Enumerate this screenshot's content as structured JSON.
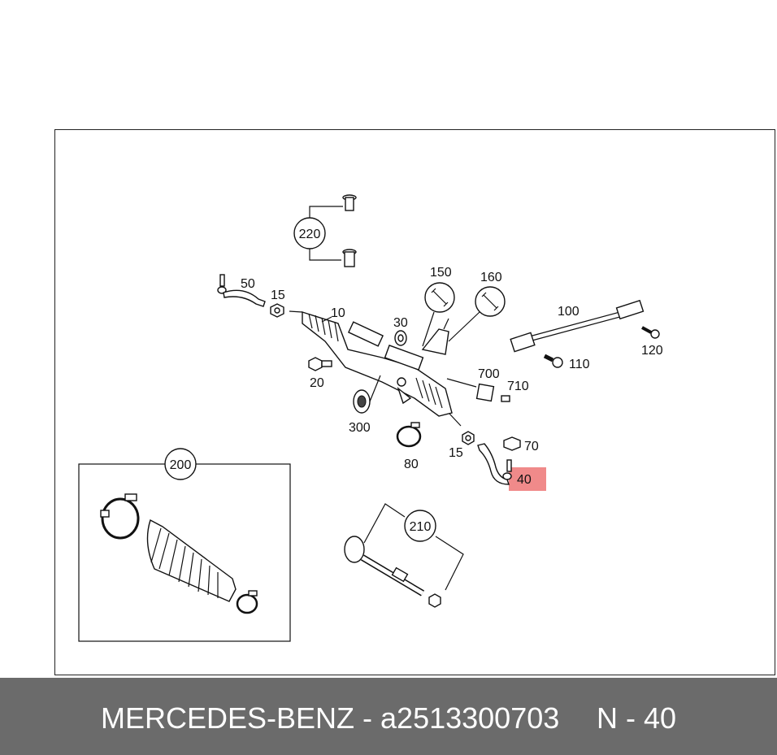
{
  "callouts": {
    "c220": "220",
    "c50": "50",
    "c15a": "15",
    "c10": "10",
    "c30": "30",
    "c150": "150",
    "c160": "160",
    "c100": "100",
    "c120": "120",
    "c110": "110",
    "c20": "20",
    "c700": "700",
    "c710": "710",
    "c300": "300",
    "c80": "80",
    "c15b": "15",
    "c70": "70",
    "c40": "40",
    "c200": "200",
    "c210": "210"
  },
  "highlight": {
    "color": "#f08a8a",
    "label_ref": "40"
  },
  "footer": {
    "brand": "MERCEDES-BENZ - a2513300703",
    "position": "N - 40",
    "background": "#6b6b6b"
  },
  "icons": [
    "wrench-icon",
    "wrench-icon"
  ]
}
